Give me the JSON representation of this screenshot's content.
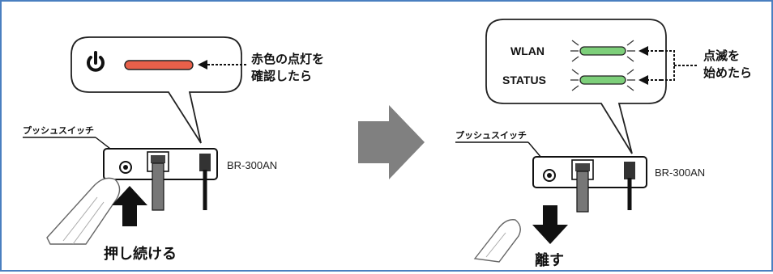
{
  "colors": {
    "frame_border": "#4a7fc0",
    "power_led": "#e8604a",
    "status_led": "#7dcf7a",
    "big_arrow": "#808080",
    "dark_arrow": "#111111"
  },
  "left_panel": {
    "callout_text_line1": "赤色の点灯を",
    "callout_text_line2": "確認したら",
    "power_icon": "power-icon",
    "push_switch_label": "プッシュスイッチ",
    "model_label": "BR-300AN",
    "action_label": "押し続ける"
  },
  "right_panel": {
    "wlan_label": "WLAN",
    "status_label": "STATUS",
    "callout_text_line1": "点滅を",
    "callout_text_line2": "始めたら",
    "push_switch_label": "プッシュスイッチ",
    "model_label": "BR-300AN",
    "action_label": "離す"
  }
}
